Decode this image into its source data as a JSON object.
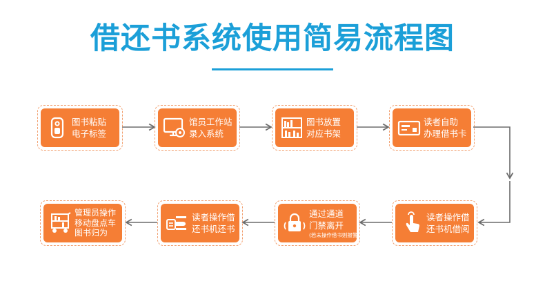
{
  "title": "借还书系统使用简易流程图",
  "colors": {
    "title": "#1b9fd8",
    "box": "#f57e35",
    "box_border": "#f2a070",
    "arrow": "#6b6b6b"
  },
  "steps": [
    {
      "line1": "图书粘贴",
      "line2": "电子标签",
      "icon": "rfid-tag-icon"
    },
    {
      "line1": "馆员工作站",
      "line2": "录入系统",
      "icon": "monitor-gear-icon"
    },
    {
      "line1": "图书放置",
      "line2": "对应书架",
      "icon": "bookshelf-icon"
    },
    {
      "line1": "读者自助",
      "line2": "办理借书卡",
      "icon": "card-icon"
    },
    {
      "line1": "读者操作借",
      "line2": "还书机借阅",
      "icon": "touch-hand-icon"
    },
    {
      "line1": "通过通道",
      "line2": "门禁离开",
      "note": "(若未操作借书则报警)",
      "icon": "gate-lock-icon"
    },
    {
      "line1": "读者操作借",
      "line2": "还书机还书",
      "icon": "return-scanner-icon"
    },
    {
      "line1": "管理员操作",
      "line2": "移动盘点车",
      "line3": "图书归为",
      "icon": "cart-icon"
    }
  ]
}
